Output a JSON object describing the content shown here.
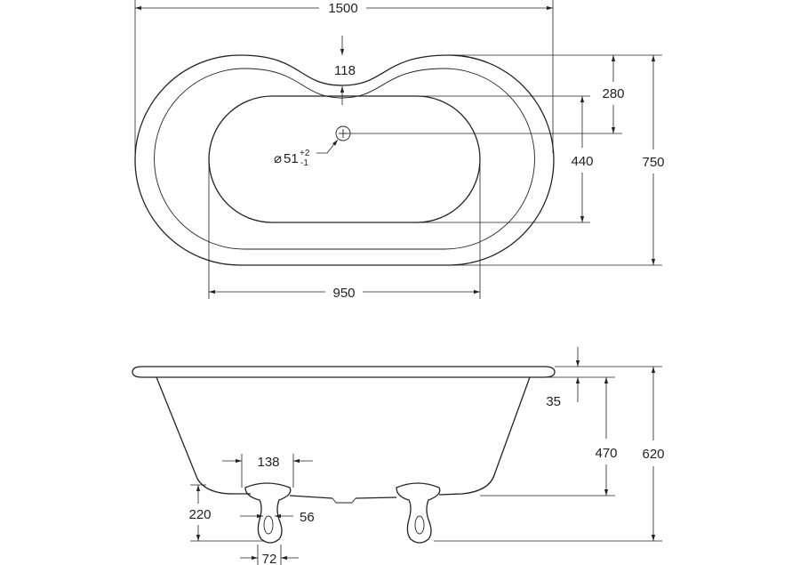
{
  "top_view": {
    "dim_length": "1500",
    "dim_width": "750",
    "dim_inner_length": "950",
    "dim_inner_width": "440",
    "dim_end_offset": "280",
    "dim_rim_dip": "118",
    "drain": {
      "symbol": "⌀",
      "size": "51",
      "tol_plus": "+2",
      "tol_minus": "-1"
    }
  },
  "side_view": {
    "dim_total_height": "620",
    "dim_body_height": "470",
    "dim_rim_thickness": "35",
    "dim_foot_spacing": "138",
    "dim_foot_height": "220",
    "dim_foot_width": "56",
    "dim_foot_base": "72"
  }
}
